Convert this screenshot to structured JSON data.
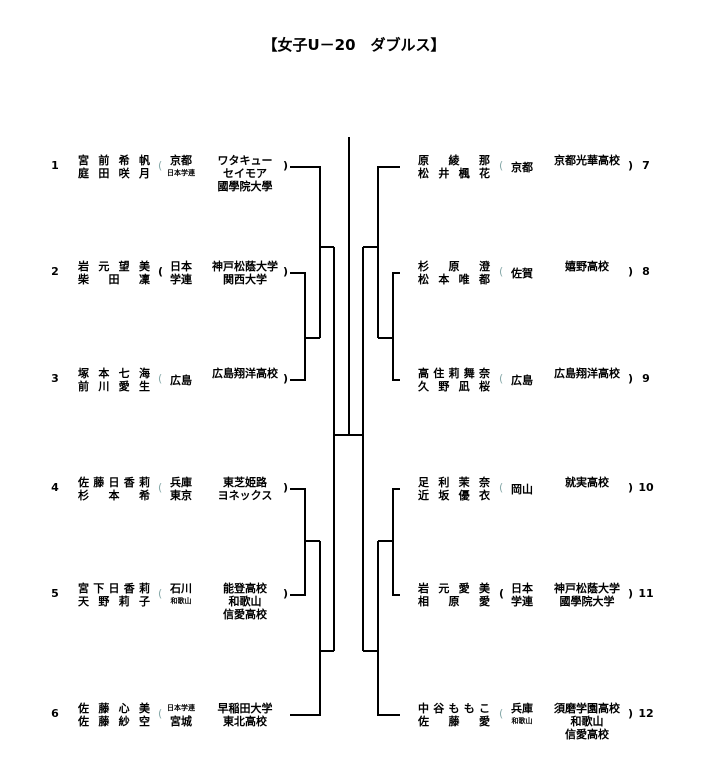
{
  "title": "【女子U－20　ダブルス】",
  "left_entries": [
    {
      "seed": "1",
      "names": [
        "宮 前 希 帆",
        "庭 田 咲 月"
      ],
      "prefs": [
        "京都",
        "日本学連"
      ],
      "pref_small": [
        false,
        true
      ],
      "schools": [
        "ワタキュー",
        "セイモア",
        "國學院大學"
      ],
      "open": "(",
      "close": ")",
      "open_light": true
    },
    {
      "seed": "2",
      "names": [
        "岩 元 望 美",
        "柴 田 凜"
      ],
      "prefs": [
        "日本",
        "学連"
      ],
      "pref_small": [
        false,
        false
      ],
      "schools": [
        "神戸松蔭大学",
        "関西大学"
      ],
      "open": "(",
      "close": ")",
      "open_light": false
    },
    {
      "seed": "3",
      "names": [
        "塚 本 七 海",
        "前 川 愛 生"
      ],
      "prefs": [
        "広島"
      ],
      "pref_small": [
        false
      ],
      "schools": [
        "広島翔洋高校"
      ],
      "open": "(",
      "close": ")",
      "open_light": true
    },
    {
      "seed": "4",
      "names": [
        "佐 藤 日 香 莉",
        "杉 本 希"
      ],
      "prefs": [
        "兵庫",
        "東京"
      ],
      "pref_small": [
        false,
        false
      ],
      "schools": [
        "東芝姫路",
        "ヨネックス"
      ],
      "open": "(",
      "close": ")",
      "open_light": true
    },
    {
      "seed": "5",
      "names": [
        "宮 下 日 香 莉",
        "天 野 莉 子"
      ],
      "prefs": [
        "石川",
        "和歌山"
      ],
      "pref_small": [
        false,
        true
      ],
      "schools": [
        "能登高校",
        "和歌山",
        "信愛高校"
      ],
      "open": "(",
      "close": ")",
      "open_light": true
    },
    {
      "seed": "6",
      "names": [
        "佐 藤 心 美",
        "佐 藤 紗 空"
      ],
      "prefs": [
        "日本学連",
        "宮城"
      ],
      "pref_small": [
        true,
        false
      ],
      "schools": [
        "早稲田大学",
        "東北高校"
      ],
      "open": "(",
      "close": "",
      "open_light": true
    }
  ],
  "right_entries": [
    {
      "seed": "7",
      "names": [
        "原 綾 那",
        "松 井 楓 花"
      ],
      "prefs": [
        "京都"
      ],
      "pref_small": [
        false
      ],
      "schools": [
        "京都光華高校"
      ],
      "open": "(",
      "close": ")",
      "open_light": true
    },
    {
      "seed": "8",
      "names": [
        "杉 原 澄",
        "松 本 唯 都"
      ],
      "prefs": [
        "佐賀"
      ],
      "pref_small": [
        false
      ],
      "schools": [
        "嬉野高校"
      ],
      "open": "(",
      "close": ")",
      "open_light": true
    },
    {
      "seed": "9",
      "names": [
        "高 住 莉 舞 奈",
        "久 野 凪 桜"
      ],
      "prefs": [
        "広島"
      ],
      "pref_small": [
        false
      ],
      "schools": [
        "広島翔洋高校"
      ],
      "open": "(",
      "close": ")",
      "open_light": true
    },
    {
      "seed": "10",
      "names": [
        "足 利 茉 奈",
        "近 坂 優 衣"
      ],
      "prefs": [
        "岡山"
      ],
      "pref_small": [
        false
      ],
      "schools": [
        "就実高校"
      ],
      "open": "(",
      "close": ")",
      "open_light": true
    },
    {
      "seed": "11",
      "names": [
        "岩 元 愛 美",
        "相 原 愛"
      ],
      "prefs": [
        "日本",
        "学連"
      ],
      "pref_small": [
        false,
        false
      ],
      "schools": [
        "神戸松蔭大学",
        "國學院大学"
      ],
      "open": "(",
      "close": ")",
      "open_light": false
    },
    {
      "seed": "12",
      "names": [
        "中 谷 も も こ",
        "佐 藤 愛"
      ],
      "prefs": [
        "兵庫",
        "和歌山"
      ],
      "pref_small": [
        false,
        true
      ],
      "schools": [
        "須磨学園高校",
        "和歌山",
        "信愛高校"
      ],
      "open": "(",
      "close": ")",
      "open_light": true
    }
  ]
}
